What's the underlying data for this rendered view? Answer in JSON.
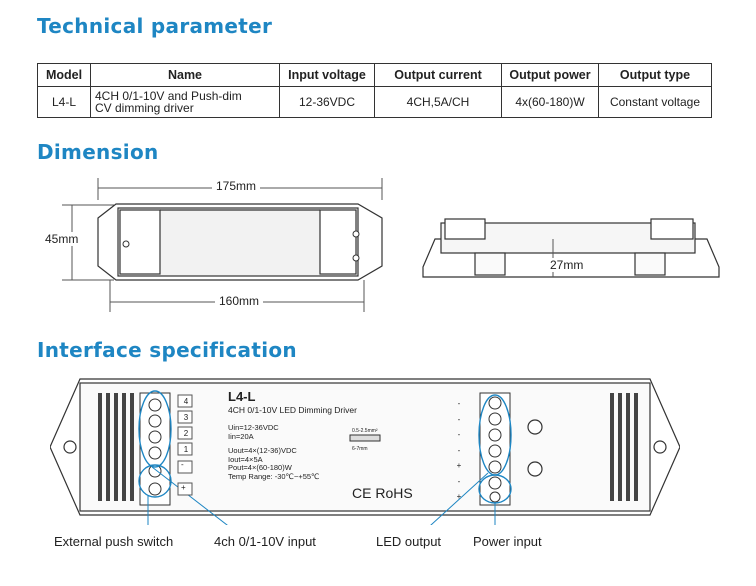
{
  "sections": {
    "technical": "Technical parameter",
    "dimension": "Dimension",
    "interface": "Interface specification"
  },
  "table": {
    "headers": [
      "Model",
      "Name",
      "Input voltage",
      "Output current",
      "Output power",
      "Output type"
    ],
    "row": {
      "model": "L4-L",
      "name_line1": "4CH 0/1-10V and Push-dim",
      "name_line2": "CV dimming driver",
      "input_voltage": "12-36VDC",
      "output_current": "4CH,5A/CH",
      "output_power": "4x(60-180)W",
      "output_type": "Constant voltage"
    }
  },
  "dimension": {
    "length_outer": "175mm",
    "length_inner": "160mm",
    "width": "45mm",
    "height": "27mm"
  },
  "device": {
    "model": "L4-L",
    "subtitle": "4CH 0/1-10V LED Dimming Driver",
    "specs": [
      "Uin=12-36VDC",
      "Iin=20A",
      "Uout=4×(12-36)VDC",
      "Iout=4×5A",
      "Pout=4×(60-180)W",
      "Temp Range: -30℃~+55℃"
    ],
    "wire_label1": "0.5-2.5mm²",
    "wire_label2": "6-7mm",
    "cert": "CE RoHS",
    "left_terminals": [
      "4",
      "3",
      "2",
      "1",
      "-",
      "+"
    ],
    "right_terminals": [
      "-",
      "-",
      "-",
      "-",
      "+",
      "-",
      "+"
    ]
  },
  "callouts": {
    "push": "External push switch",
    "dim_input": "4ch 0/1-10V input",
    "led_output": "LED output",
    "power_input": "Power input"
  }
}
